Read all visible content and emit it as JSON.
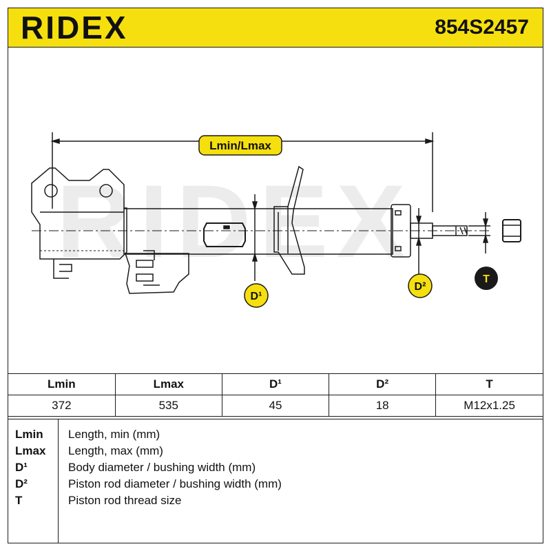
{
  "header": {
    "brand": "RIDEX",
    "part_number": "854S2457"
  },
  "drawing": {
    "dimension_label": "Lmin/Lmax",
    "watermark": "RIDEX",
    "callouts": {
      "d1": "D¹",
      "d2": "D²",
      "t": "T"
    },
    "colors": {
      "accent": "#f5df0f",
      "line": "#1a1a1a",
      "watermark": "#ececec"
    }
  },
  "specs": {
    "headers": [
      "Lmin",
      "Lmax",
      "D¹",
      "D²",
      "T"
    ],
    "values": [
      "372",
      "535",
      "45",
      "18",
      "M12x1.25"
    ]
  },
  "legend": [
    {
      "key": "Lmin",
      "desc": "Length, min (mm)"
    },
    {
      "key": "Lmax",
      "desc": "Length, max (mm)"
    },
    {
      "key": "D¹",
      "desc": "Body diameter / bushing width (mm)"
    },
    {
      "key": "D²",
      "desc": "Piston rod diameter / bushing width (mm)"
    },
    {
      "key": "T",
      "desc": "Piston rod thread size"
    }
  ]
}
